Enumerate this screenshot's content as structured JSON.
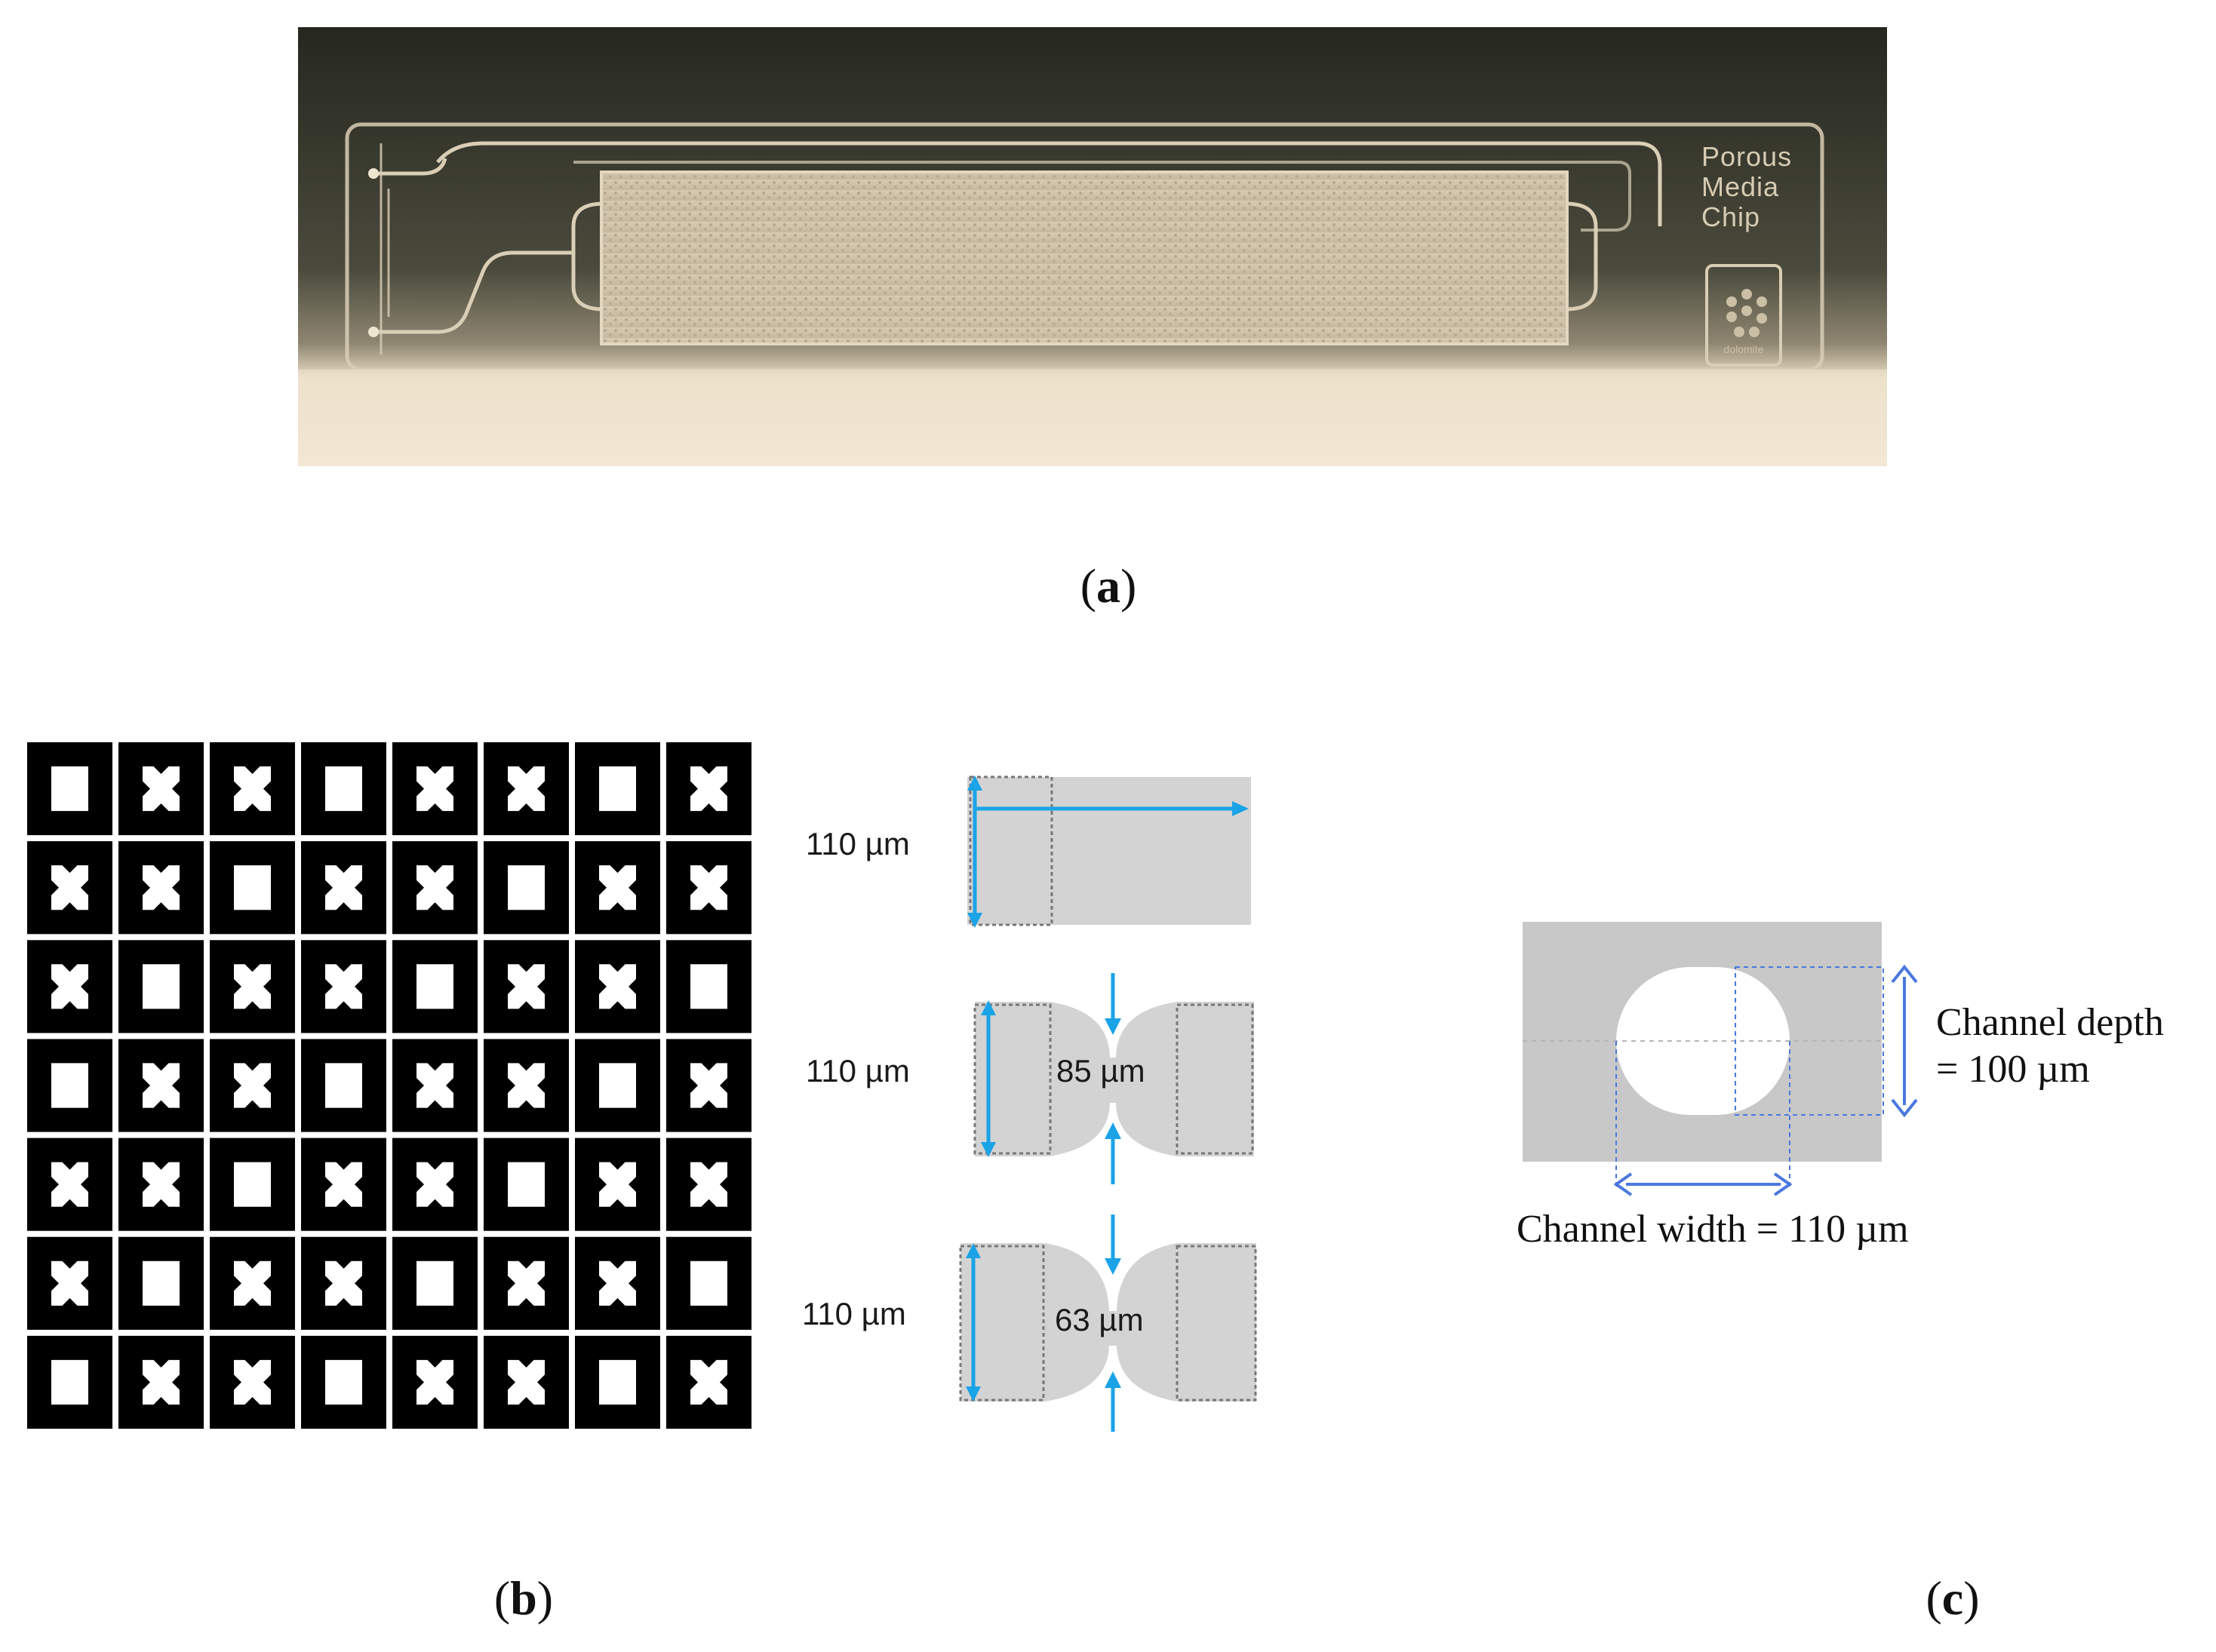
{
  "panels": {
    "a": {
      "label_open": "(",
      "label_letter": "a",
      "label_close": ")",
      "chip_text_line1": "Porous",
      "chip_text_line2": "Media",
      "chip_text_line3": "Chip",
      "logo_text": "dolomite"
    },
    "b": {
      "label_open": "(",
      "label_letter": "b",
      "label_close": ")",
      "throats": [
        {
          "height_label": "110 µm",
          "throat_label": ""
        },
        {
          "height_label": "110 µm",
          "throat_label": "85 µm"
        },
        {
          "height_label": "110 µm",
          "throat_label": "63 µm"
        }
      ]
    },
    "c": {
      "label_open": "(",
      "label_letter": "c",
      "label_close": ")",
      "depth_line1": "Channel depth",
      "depth_line2": "= 100 µm",
      "width_label": "Channel width = 110 µm"
    }
  },
  "colors": {
    "accent_blue": "#1aa3e6",
    "dim_blue": "#4a78e0",
    "grain_gray": "#c8c8c8",
    "chip_bg_dark": "#3a3a2e",
    "chip_glass": "#cfc4ad"
  }
}
